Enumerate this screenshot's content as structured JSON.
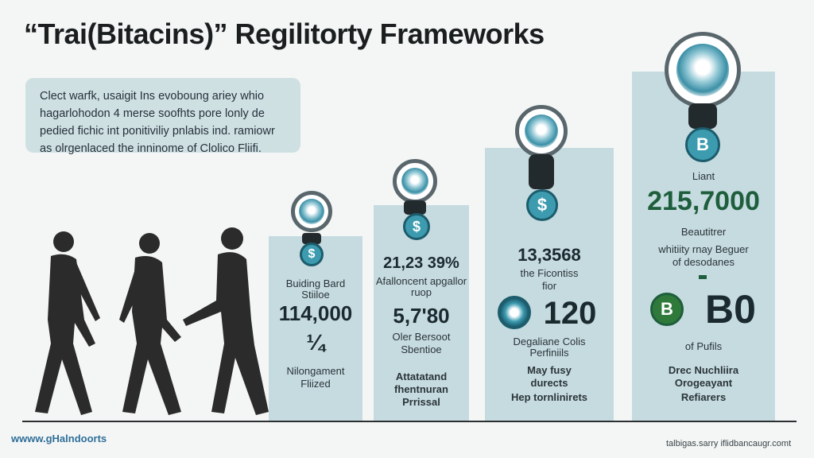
{
  "title": "“Trai(Bitacins)” Regilitorty Frameworks",
  "intro": {
    "lines": [
      "Clect warfk, usaigit Ins evoboung ariey whio",
      "hagarlohodon 4 merse soofhts pore lonly de",
      "pedied fichic int ponitiviliy pnlabis ind. ramiowr",
      "as olrgenlaced the inninome of Clolico Fliifi."
    ]
  },
  "columns": [
    {
      "coin_symbol": "$",
      "lines": [
        "Buiding Bard",
        "Stiiloe"
      ],
      "value_main": "114,000",
      "value_secondary": "¼",
      "footer_lines": [
        "Nilongament",
        "Fliized"
      ]
    },
    {
      "coin_symbol": "$",
      "value_top": "21,23 39%",
      "lines_top": [
        "Afalloncent apgallor",
        "ruop"
      ],
      "value_main": "5,7'80",
      "lines_mid": [
        "Oler Bersoot",
        "Sbentioe"
      ],
      "footer_lines": [
        "Attatatand",
        "fhentnuran",
        "Prrissal"
      ]
    },
    {
      "coin_symbol": "$",
      "value_top": "13,3568",
      "lines_top": [
        "the Ficontiss",
        "fior"
      ],
      "value_main": "120",
      "lines_mid": [
        "Degaliane Colis",
        "Perfiniils"
      ],
      "footer_lines": [
        "May fusy",
        "durects",
        "Hep tornlinirets"
      ]
    },
    {
      "coin_symbol": "B",
      "label_top": "Liant",
      "value_top": "215,7000",
      "lines_top": [
        "Beautitrer",
        "whitiity rnay Beguer",
        "of desodanes"
      ],
      "badge_symbol": "B",
      "value_main": "B0",
      "lines_mid": [
        "of Pufils"
      ],
      "footer_lines": [
        "Drec Nuchliira",
        "Orogeayant",
        "Refiarers"
      ]
    }
  ],
  "footer": {
    "left": "wwww.gHalndoorts",
    "right": "talbigas.sarry iflidbancaugr.comt"
  },
  "colors": {
    "column_fill": "#c6dbe0",
    "accent_green": "#1e5e3c",
    "coin_blue": "#3d9bb0",
    "silhouette": "#2b2b2b"
  }
}
